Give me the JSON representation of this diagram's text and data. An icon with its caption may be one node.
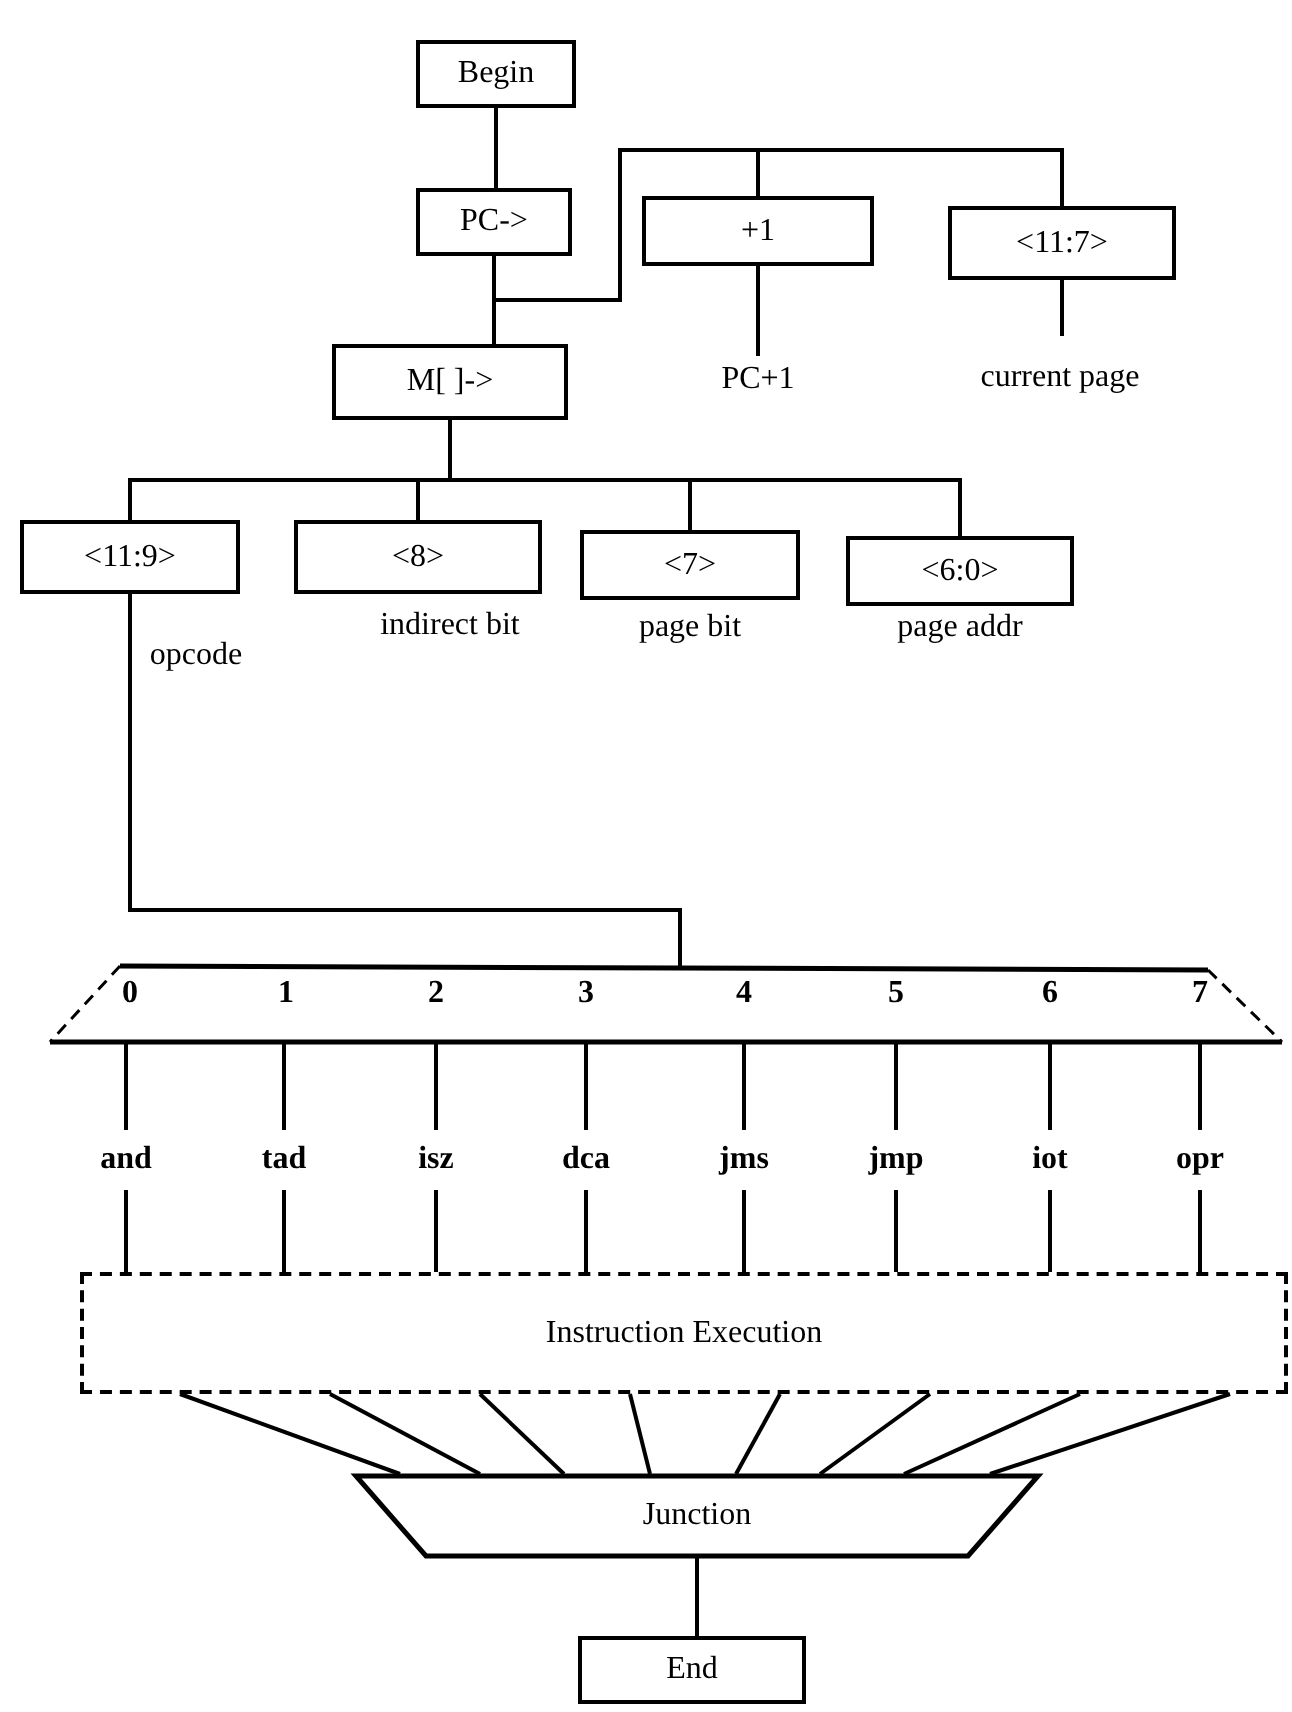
{
  "diagram": {
    "nodes": [
      {
        "text": [
          "Begin"
        ]
      },
      {
        "text": [
          "PC->"
        ]
      },
      {
        "text": [
          "+1"
        ]
      },
      {
        "text": [
          "<11:7>"
        ]
      },
      {
        "text": [
          "PC+1"
        ]
      },
      {
        "text": [
          "current page"
        ]
      },
      {
        "text": [
          "M[ ]->"
        ]
      },
      {
        "text": [
          "<11:9>"
        ],
        "beside": [
          "opcode"
        ]
      },
      {
        "text": [
          "<8>"
        ],
        "beside": [
          "indirect bit"
        ]
      },
      {
        "text": [
          "<7>"
        ],
        "beside": [
          "page bit"
        ]
      },
      {
        "text": [
          "<6:0>"
        ],
        "beside": [
          "page addr"
        ]
      },
      {
        "text": [
          "0",
          "1",
          "2",
          "3",
          "4",
          "5",
          "6",
          "7"
        ]
      },
      {
        "text": [
          "and"
        ]
      },
      {
        "text": [
          "tad"
        ]
      },
      {
        "text": [
          "isz"
        ]
      },
      {
        "text": [
          "dca"
        ]
      },
      {
        "text": [
          "jms"
        ]
      },
      {
        "text": [
          "jmp"
        ]
      },
      {
        "text": [
          "iot"
        ]
      },
      {
        "text": [
          "opr"
        ]
      },
      {
        "text": [
          "Instruction Execution"
        ]
      },
      {
        "text": [
          "Junction"
        ]
      },
      {
        "text": [
          "End"
        ]
      }
    ],
    "edges": [
      {
        "from": 0,
        "to": 1,
        "arrow": "none"
      },
      {
        "from": 1,
        "to": 6,
        "arrow": "none"
      },
      {
        "from": 1,
        "to": 2,
        "arrow": "none"
      },
      {
        "from": 1,
        "to": 3,
        "arrow": "none"
      },
      {
        "from": 2,
        "to": 4,
        "arrow": "none"
      },
      {
        "from": 3,
        "to": 5,
        "arrow": "none"
      },
      {
        "from": 6,
        "to": 7,
        "arrow": "none"
      },
      {
        "from": 6,
        "to": 8,
        "arrow": "none"
      },
      {
        "from": 6,
        "to": 9,
        "arrow": "none"
      },
      {
        "from": 6,
        "to": 10,
        "arrow": "none"
      },
      {
        "from": 7,
        "to": 11,
        "arrow": "none"
      },
      {
        "from": 11,
        "to": 12,
        "arrow": "none"
      },
      {
        "from": 11,
        "to": 13,
        "arrow": "none"
      },
      {
        "from": 11,
        "to": 14,
        "arrow": "none"
      },
      {
        "from": 11,
        "to": 15,
        "arrow": "none"
      },
      {
        "from": 11,
        "to": 16,
        "arrow": "none"
      },
      {
        "from": 11,
        "to": 17,
        "arrow": "none"
      },
      {
        "from": 11,
        "to": 18,
        "arrow": "none"
      },
      {
        "from": 11,
        "to": 19,
        "arrow": "none"
      },
      {
        "from": 12,
        "to": 20,
        "arrow": "none"
      },
      {
        "from": 13,
        "to": 20,
        "arrow": "none"
      },
      {
        "from": 14,
        "to": 20,
        "arrow": "none"
      },
      {
        "from": 15,
        "to": 20,
        "arrow": "none"
      },
      {
        "from": 16,
        "to": 20,
        "arrow": "none"
      },
      {
        "from": 17,
        "to": 20,
        "arrow": "none"
      },
      {
        "from": 18,
        "to": 20,
        "arrow": "none"
      },
      {
        "from": 19,
        "to": 20,
        "arrow": "none"
      },
      {
        "from": 20,
        "to": 21,
        "arrow": "none"
      },
      {
        "from": 20,
        "to": 21,
        "arrow": "none"
      },
      {
        "from": 20,
        "to": 21,
        "arrow": "none"
      },
      {
        "from": 20,
        "to": 21,
        "arrow": "none"
      },
      {
        "from": 20,
        "to": 21,
        "arrow": "none"
      },
      {
        "from": 20,
        "to": 21,
        "arrow": "none"
      },
      {
        "from": 20,
        "to": 21,
        "arrow": "none"
      },
      {
        "from": 20,
        "to": 21,
        "arrow": "none"
      },
      {
        "from": 21,
        "to": 22,
        "arrow": "none"
      }
    ]
  }
}
